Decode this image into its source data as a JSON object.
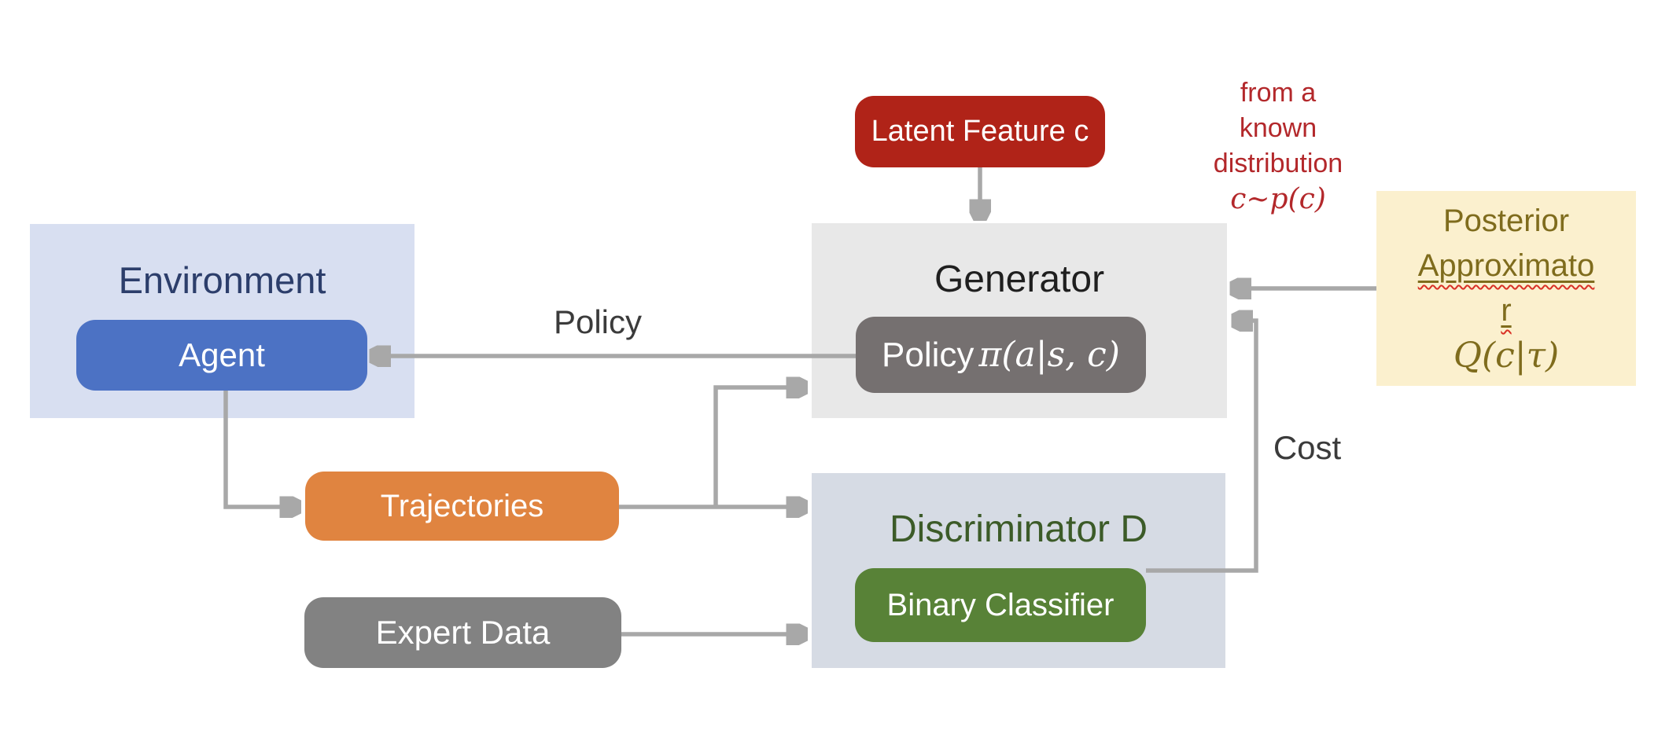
{
  "colors": {
    "env-bg": "#D8DFF1",
    "env-text": "#2C3E6B",
    "agent-bg": "#4C72C4",
    "gen-bg": "#E8E8E8",
    "gen-text": "#1F1F1F",
    "policy-chip-bg": "#757070",
    "latent-bg": "#B02318",
    "note-red": "#B3282B",
    "disc-bg": "#D6DBE4",
    "disc-text": "#3C5B28",
    "classifier-bg": "#588237",
    "traj-bg": "#E08440",
    "expert-bg": "#828282",
    "posterior-bg": "#FBF0CE",
    "posterior-text": "#7F6C1D",
    "arrow": "#A8A8A8",
    "edge-label": "#3B3B3B",
    "squiggle": "#D93025"
  },
  "latent": {
    "label": "Latent Feature c"
  },
  "note": {
    "line1": "from a",
    "line2": "known",
    "line3": "distribution",
    "math": "c∼p(c)"
  },
  "posterior": {
    "line1": "Posterior",
    "line2": "Approximato",
    "line3": "r",
    "math": "Q(c|τ)"
  },
  "environment": {
    "title": "Environment",
    "agent_label": "Agent"
  },
  "generator": {
    "title": "Generator",
    "policy_prefix": "Policy",
    "policy_math": "π(a|s, c)"
  },
  "discriminator": {
    "title": "Discriminator D",
    "classifier_label": "Binary Classifier"
  },
  "trajectories": {
    "label": "Trajectories"
  },
  "expert_data": {
    "label": "Expert Data"
  },
  "edge_labels": {
    "policy": "Policy",
    "cost": "Cost"
  }
}
